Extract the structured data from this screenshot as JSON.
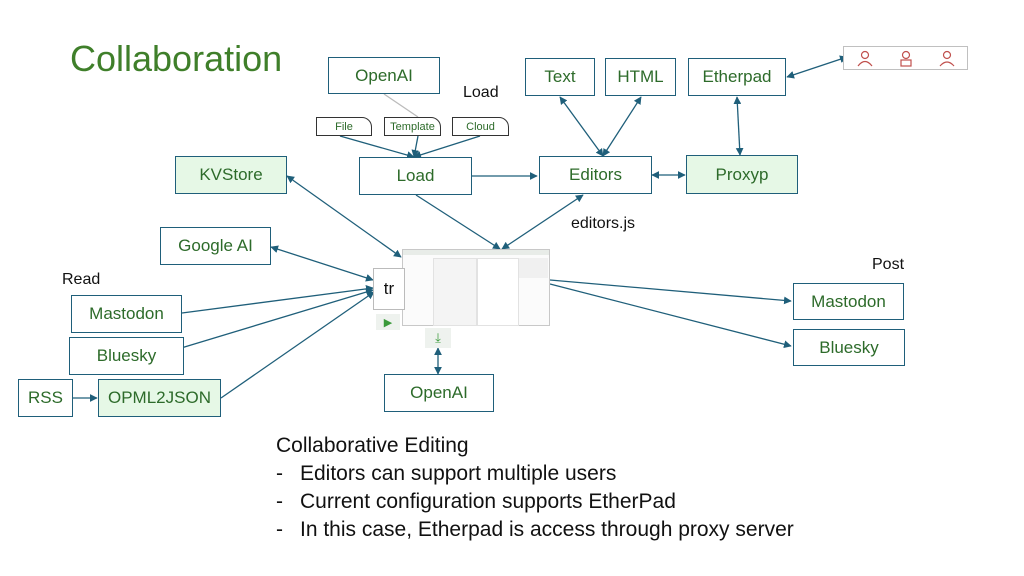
{
  "title": "Collaboration",
  "boxes": {
    "openai_top": "OpenAI",
    "text": "Text",
    "html": "HTML",
    "etherpad": "Etherpad",
    "kvstore": "KVStore",
    "load": "Load",
    "editors": "Editors",
    "proxyp": "Proxyp",
    "google_ai": "Google AI",
    "mastodon_read": "Mastodon",
    "bluesky_read": "Bluesky",
    "rss": "RSS",
    "opml2json": "OPML2JSON",
    "openai_bottom": "OpenAI",
    "mastodon_post": "Mastodon",
    "bluesky_post": "Bluesky"
  },
  "load_options": {
    "heading": "Load",
    "file": "File",
    "template": "Template",
    "cloud": "Cloud"
  },
  "labels": {
    "read": "Read",
    "post": "Post",
    "editors_js": "editors.js"
  },
  "app_preview": {
    "tr_label": "tr",
    "play_icon": "play-icon",
    "download_icon": "download-icon"
  },
  "users_icons": [
    "user-icon",
    "user-icon",
    "user-icon"
  ],
  "notes": {
    "heading": "Collaborative Editing",
    "items": [
      "Editors can support multiple users",
      "Current configuration supports EtherPad",
      "In this case, Etherpad is access through proxy server"
    ]
  },
  "colors": {
    "title": "#3f7f2a",
    "box_text": "#2d6b2a",
    "box_border": "#1f5f7a",
    "green_fill": "#e6f8e6",
    "connector": "#1f5f7a"
  }
}
